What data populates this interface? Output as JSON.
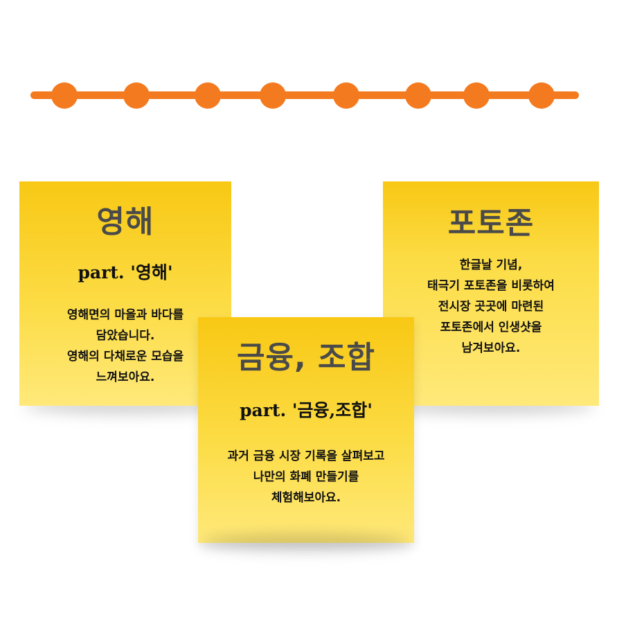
{
  "colors": {
    "timeline": "#F47A20",
    "note_top": "#F8C814",
    "note_bottom": "#FFE97A",
    "title_text": "#4a4a4a",
    "body_text": "#111111"
  },
  "timeline": {
    "dot_count": 8
  },
  "notes": [
    {
      "title": "영해",
      "subtitle": "part. '영해'",
      "body": [
        "영해면의 마을과 바다를",
        "담았습니다.",
        "영해의 다채로운 모습을",
        "느껴보아요."
      ]
    },
    {
      "title": "금융, 조합",
      "subtitle": "part. '금융,조합'",
      "body": [
        "과거 금융 시장 기록을 살펴보고",
        "나만의 화폐 만들기를",
        "체험해보아요."
      ]
    },
    {
      "title": "포토존",
      "subtitle": "",
      "body": [
        "한글날 기념,",
        "태극기 포토존을 비롯하여",
        "전시장 곳곳에 마련된",
        "포토존에서 인생샷을",
        "남겨보아요."
      ]
    }
  ]
}
